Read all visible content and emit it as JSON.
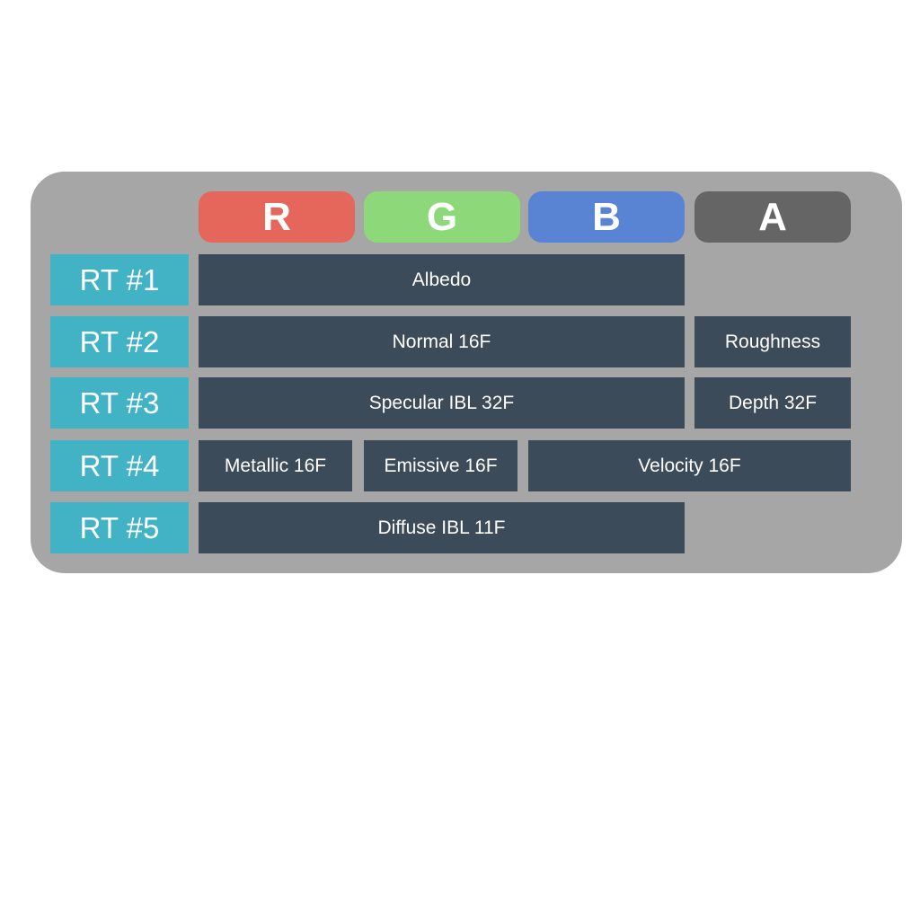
{
  "colors": {
    "panel_bg": "#a6a6a6",
    "rt_label_bg": "#42b3c4",
    "cell_bg": "#3c4b5a",
    "red": "#e5665a",
    "green": "#8dd97a",
    "blue": "#5984d4",
    "alpha": "#656565"
  },
  "channels": [
    "R",
    "G",
    "B",
    "A"
  ],
  "render_targets": [
    {
      "label": "RT #1",
      "cells": [
        "Albedo"
      ]
    },
    {
      "label": "RT #2",
      "cells": [
        "Normal 16F",
        "Roughness"
      ]
    },
    {
      "label": "RT #3",
      "cells": [
        "Specular IBL 32F",
        "Depth 32F"
      ]
    },
    {
      "label": "RT #4",
      "cells": [
        "Metallic 16F",
        "Emissive 16F",
        "Velocity 16F"
      ]
    },
    {
      "label": "RT #5",
      "cells": [
        "Diffuse IBL 11F"
      ]
    }
  ]
}
